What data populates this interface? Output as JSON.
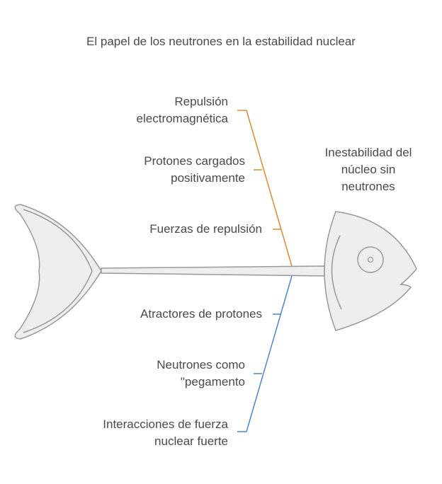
{
  "title": "El papel de los neutrones en la estabilidad nuclear",
  "effect": [
    "Inestabilidad del",
    "núcleo sin",
    "neutrones"
  ],
  "colors": {
    "top_bone": "#e08a2e",
    "bottom_bone": "#4a86d8",
    "fish_fill": "#eeeeee",
    "fish_stroke": "#999999"
  },
  "causes_top": [
    {
      "lines": [
        "Repulsión",
        "electromagnética"
      ]
    },
    {
      "lines": [
        "Protones cargados",
        "positivamente"
      ]
    },
    {
      "lines": [
        "Fuerzas de repulsión"
      ]
    }
  ],
  "causes_bottom": [
    {
      "lines": [
        "Atractores de protones"
      ]
    },
    {
      "lines": [
        "Neutrones como",
        "\"pegamento"
      ]
    },
    {
      "lines": [
        "Interacciones de fuerza",
        "nuclear fuerte"
      ]
    }
  ]
}
